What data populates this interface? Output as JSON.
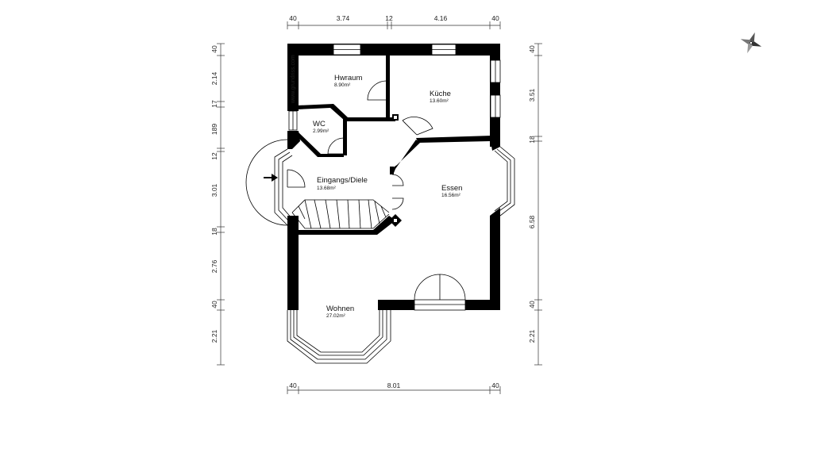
{
  "watermark": "www.grundriss.com",
  "rooms": [
    {
      "name": "Hwraum",
      "area": "8.90m²"
    },
    {
      "name": "Küche",
      "area": "13.60m²"
    },
    {
      "name": "WC",
      "area": "2.99m²"
    },
    {
      "name": "Eingangs/Diele",
      "area": "13.68m²"
    },
    {
      "name": "Essen",
      "area": "16.56m²"
    },
    {
      "name": "Wohnen",
      "area": "27.02m²"
    }
  ],
  "dimensions": {
    "top": [
      "40",
      "3.74",
      "12",
      "4.16",
      "40"
    ],
    "bottom": [
      "40",
      "8.01",
      "40"
    ],
    "left": [
      "40",
      "2.14",
      "17",
      "189",
      "12",
      "3.01",
      "18",
      "2.76",
      "40",
      "2.21"
    ],
    "right": [
      "40",
      "3.51",
      "18",
      "6.58",
      "40",
      "2.21"
    ]
  },
  "icons": {
    "compass": "compass-rose-icon",
    "entrance": "entrance-arrow-icon"
  }
}
